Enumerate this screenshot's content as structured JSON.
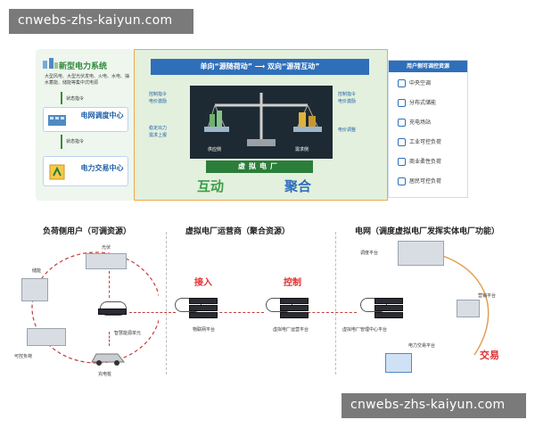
{
  "watermark": {
    "text": "cnwebs-zhs-kaiyun.com"
  },
  "top": {
    "left": {
      "title": "新型电力系统",
      "subtitle": "大型风电、大型光伏发电、火电、水电、抽水蓄能、储能等集中式电源",
      "state1": "状态指令",
      "box1": "电网调度中心",
      "state2": "状态指令",
      "box2": "电力交易中心"
    },
    "center": {
      "banner_a": "单向“源随荷动”",
      "banner_b": "双向“源荷互动”",
      "left_ctl": [
        "控制指令",
        "电价激励"
      ],
      "left_ctl2": [
        "稳定出力",
        "需求上报"
      ],
      "right_ctl": [
        "控制指令",
        "电价激励"
      ],
      "right_ctl2": "电价调整",
      "supply": "供应侧",
      "demand": "需求侧",
      "vpp": "虚拟电厂",
      "word_left": "互动",
      "word_right": "聚合"
    },
    "right": {
      "header": "用户侧可调控资源",
      "items": [
        "中央空调",
        "分布式储能",
        "充电场站",
        "工业可控负荷",
        "商业柔性负荷",
        "居民可控负荷"
      ]
    }
  },
  "bottom": {
    "section1": "负荷侧用户（可调资源）",
    "section2": "虚拟电厂运营商（聚合资源）",
    "section3": "电网（调度虚拟电厂发挥实体电厂功能）",
    "labels": {
      "pv": "光伏",
      "storage": "储能",
      "controllable": "可控负荷",
      "smart_unit": "智慧能源单元",
      "charging": "充电桩",
      "iot": "物联网平台",
      "vpp_op": "虚拟电厂运营平台",
      "vpp_mgmt": "虚拟电厂管理中心平台",
      "dispatch": "调度平台",
      "marketing": "营销平台",
      "trading": "电力交易平台"
    },
    "red": {
      "access": "接入",
      "control": "控制",
      "trade": "交易"
    }
  },
  "colors": {
    "accent_blue": "#2f6fb9",
    "green": "#2b7d3a",
    "red": "#e03030",
    "orange_border": "#f0a84a"
  }
}
